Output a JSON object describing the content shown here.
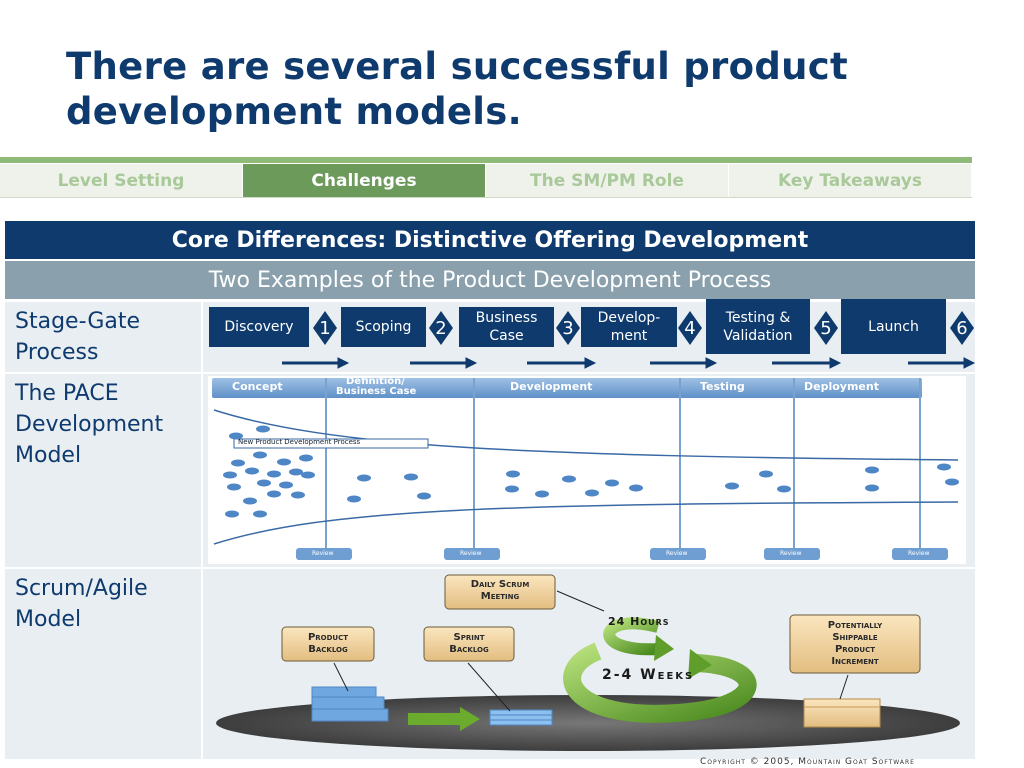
{
  "title": {
    "line1": "There are several successful product",
    "line2": "development models."
  },
  "tabs": [
    {
      "label": "Level Setting",
      "active": false
    },
    {
      "label": "Challenges",
      "active": true
    },
    {
      "label": "The SM/PM Role",
      "active": false
    },
    {
      "label": "Key Takeaways",
      "active": false
    }
  ],
  "table": {
    "header": "Core Differences: Distinctive Offering Development",
    "subheader": "Two Examples of the Product Development Process",
    "rows": [
      {
        "label_line1": "Stage-Gate",
        "label_line2": "Process",
        "label_line3": ""
      },
      {
        "label_line1": "The PACE",
        "label_line2": "Development",
        "label_line3": "Model"
      },
      {
        "label_line1": "Scrum/Agile",
        "label_line2": "Model",
        "label_line3": ""
      }
    ]
  },
  "stage_gate": {
    "stages": [
      {
        "line1": "Discovery",
        "line2": ""
      },
      {
        "line1": "Scoping",
        "line2": ""
      },
      {
        "line1": "Business",
        "line2": "Case"
      },
      {
        "line1": "Develop-",
        "line2": "ment"
      },
      {
        "line1": "Testing &",
        "line2": "Validation"
      },
      {
        "line1": "Launch",
        "line2": ""
      }
    ],
    "gates": [
      "1",
      "2",
      "3",
      "4",
      "5",
      "6"
    ]
  },
  "pace": {
    "phases": [
      "Concept",
      "Definition/",
      "Business Case",
      "Development",
      "Testing",
      "Deployment"
    ],
    "funnel_label": "New Product Development Process",
    "review_label": "Review"
  },
  "scrum": {
    "daily_scrum": {
      "line1": "Daily Scrum",
      "line2": "Meeting"
    },
    "product_backlog": {
      "line1": "Product",
      "line2": "Backlog"
    },
    "sprint_backlog": {
      "line1": "Sprint",
      "line2": "Backlog"
    },
    "increment": {
      "line1": "Potentially",
      "line2": "Shippable",
      "line3": "Product",
      "line4": "Increment"
    },
    "hours": "24 Hours",
    "weeks": "2-4 Weeks"
  },
  "copyright": "Copyright © 2005, Mountain Goat Software",
  "colors": {
    "navy": "#0e3a6e",
    "green": "#6b9a5a",
    "light_green": "#8fba78",
    "gray_blue": "#8aa0ad",
    "row_bg": "#e9eef2"
  }
}
